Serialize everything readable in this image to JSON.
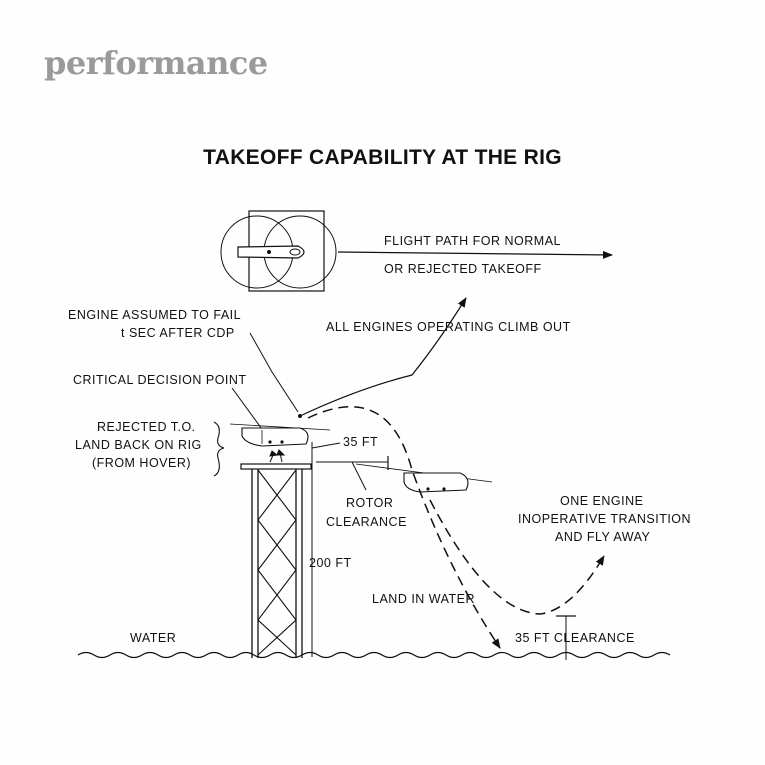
{
  "header": {
    "section": "performance"
  },
  "diagram": {
    "title": "TAKEOFF CAPABILITY AT THE RIG",
    "labels": {
      "flight_path_line1": "FLIGHT PATH FOR NORMAL",
      "flight_path_line2": "OR REJECTED TAKEOFF",
      "engine_fail_line1": "ENGINE ASSUMED TO FAIL",
      "engine_fail_line2": "t SEC AFTER CDP",
      "all_engines": "ALL ENGINES OPERATING CLIMB OUT",
      "cdp": "CRITICAL DECISION POINT",
      "rejected_line1": "REJECTED T.O.",
      "rejected_line2": "LAND BACK ON RIG",
      "rejected_line3": "(FROM HOVER)",
      "height_35": "35 FT",
      "rotor_line1": "ROTOR",
      "rotor_line2": "CLEARANCE",
      "height_200": "200 FT",
      "one_engine_line1": "ONE ENGINE",
      "one_engine_line2": "INOPERATIVE TRANSITION",
      "one_engine_line3": "AND FLY AWAY",
      "land_water": "LAND IN WATER",
      "water": "WATER",
      "clearance_35": "35 FT CLEARANCE"
    },
    "colors": {
      "ink": "#111111",
      "header_gray": "#9a9a9a"
    }
  }
}
